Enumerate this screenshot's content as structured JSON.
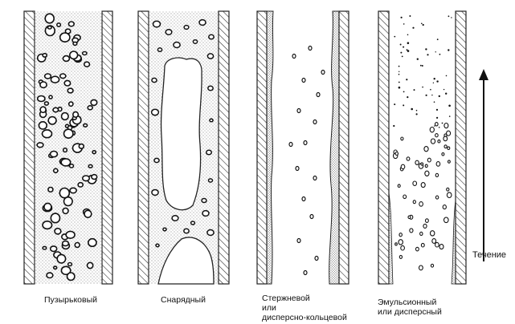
{
  "regimes": [
    {
      "id": "bubbly",
      "lines": [
        "Пузырьковый"
      ]
    },
    {
      "id": "slug",
      "lines": [
        "Снарядный"
      ]
    },
    {
      "id": "annular",
      "lines": [
        "Стержневой",
        "или",
        "дисперсно-кольцевой"
      ]
    },
    {
      "id": "emulsion",
      "lines": [
        "Эмульсионный",
        "или дисперсный"
      ]
    }
  ],
  "flow_label": "Течение",
  "colors": {
    "ink": "#111111",
    "wall_hatch": "#222222",
    "liquid_dots": "#777777",
    "background": "#ffffff"
  }
}
